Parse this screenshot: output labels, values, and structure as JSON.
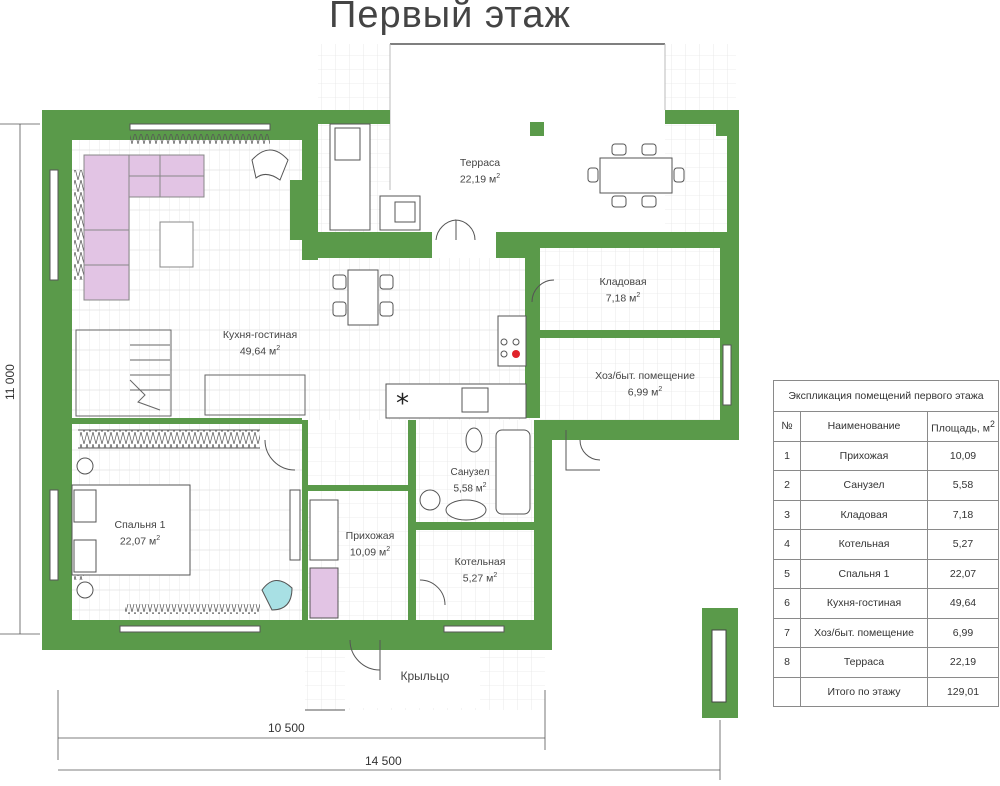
{
  "title": "Первый этаж",
  "dimensions": {
    "height": "11 000",
    "width_inner": "10 500",
    "width_total": "14 500"
  },
  "rooms": [
    {
      "name": "Терраса",
      "area": "22,19 м"
    },
    {
      "name": "Кладовая",
      "area": "7,18 м"
    },
    {
      "name": "Кухня-гостиная",
      "area": "49,64 м"
    },
    {
      "name": "Хоз/быт. помещение",
      "area": "6,99 м"
    },
    {
      "name": "Санузел",
      "area": "5,58 м"
    },
    {
      "name": "Спальня 1",
      "area": "22,07 м"
    },
    {
      "name": "Прихожая",
      "area": "10,09 м"
    },
    {
      "name": "Котельная",
      "area": "5,27 м"
    },
    {
      "name": "Крыльцо",
      "area": ""
    }
  ],
  "sq": "2",
  "explication": {
    "caption": "Экспликация помещений первого этажа",
    "col_num": "№",
    "col_name": "Наименование",
    "col_area": "Площадь, м",
    "rows": [
      {
        "n": "1",
        "name": "Прихожая",
        "area": "10,09"
      },
      {
        "n": "2",
        "name": "Санузел",
        "area": "5,58"
      },
      {
        "n": "3",
        "name": "Кладовая",
        "area": "7,18"
      },
      {
        "n": "4",
        "name": "Котельная",
        "area": "5,27"
      },
      {
        "n": "5",
        "name": "Спальня 1",
        "area": "22,07"
      },
      {
        "n": "6",
        "name": "Кухня-гостиная",
        "area": "49,64"
      },
      {
        "n": "7",
        "name": "Хоз/быт. помещение",
        "area": "6,99"
      },
      {
        "n": "8",
        "name": "Терраса",
        "area": "22,19"
      }
    ],
    "total_label": "Итого по этажу",
    "total_area": "129,01"
  },
  "colors": {
    "wall": "#5a9a4a",
    "sofa": "#e2c4e4",
    "floor_line": "#d6d6d6",
    "stove_red": "#e0232a"
  }
}
